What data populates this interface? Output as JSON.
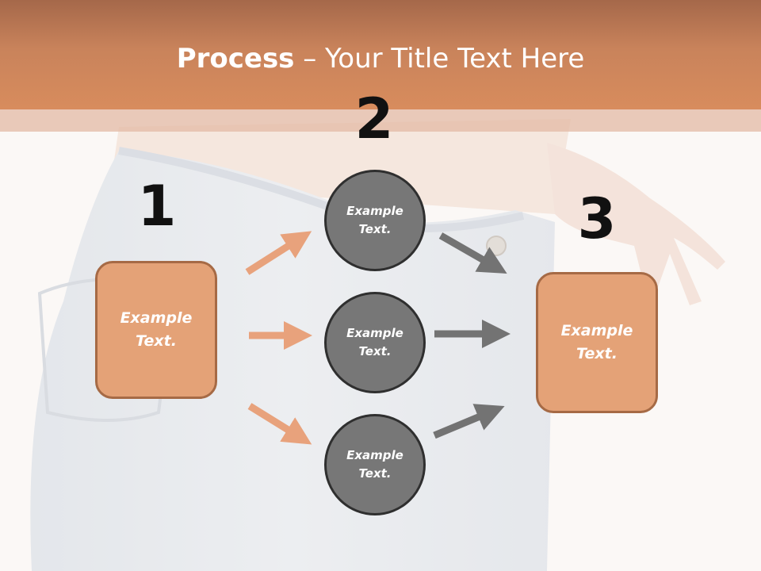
{
  "title": {
    "bold": "Process",
    "rest": " – Your Title Text Here"
  },
  "steps": [
    {
      "number": "1",
      "text": "Example\nText."
    },
    {
      "number": "2",
      "items": [
        "Example\nText.",
        "Example\nText.",
        "Example\nText."
      ]
    },
    {
      "number": "3",
      "text": "Example\nText."
    }
  ],
  "colors": {
    "header": "#d88c5d",
    "box": "#e4a277",
    "box_border": "#a66a45",
    "circle": "#777777",
    "orange_arrow": "#e8a27c",
    "gray_arrow": "#737373"
  }
}
